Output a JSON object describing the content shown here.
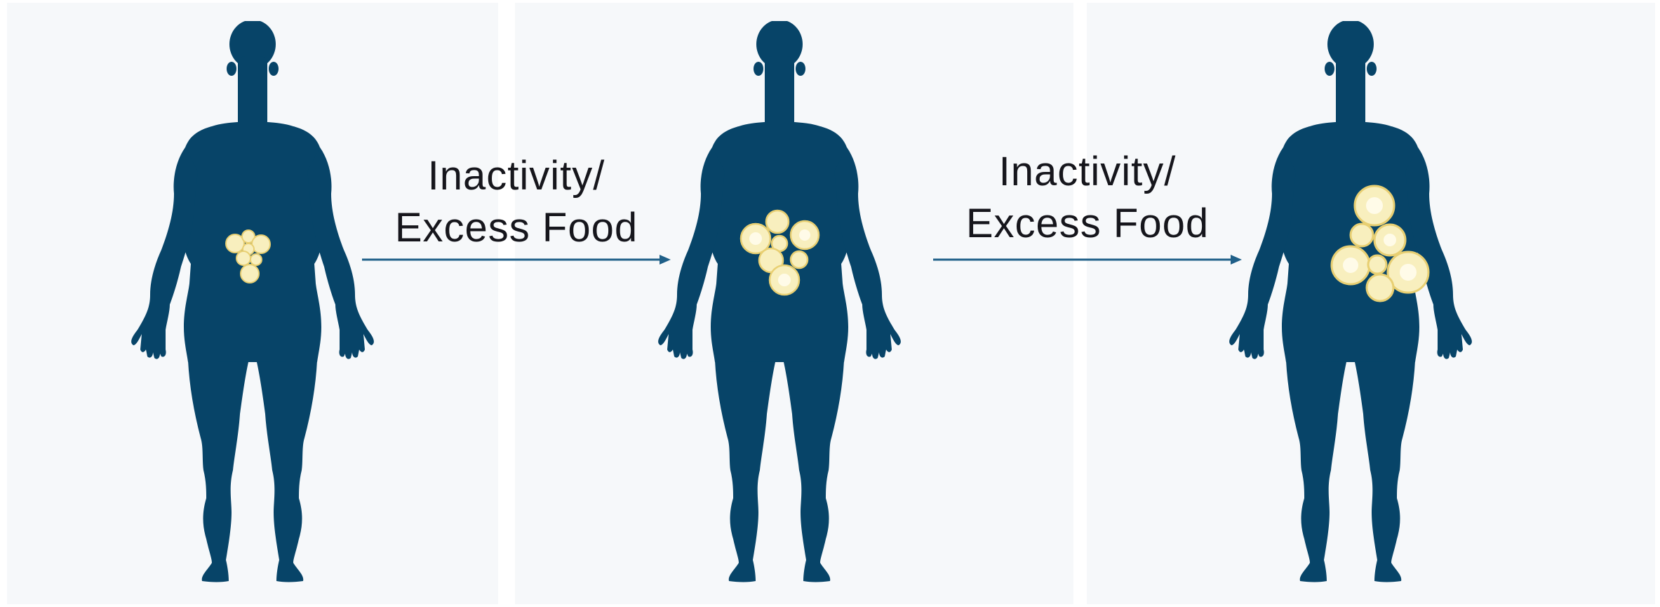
{
  "colors": {
    "background": "#ffffff",
    "panel": "#f6f8fa",
    "silhouette": "#074468",
    "fat_fill": "#f8efbe",
    "fat_edge": "#e8cf72",
    "fat_core": "#fffbe8",
    "arrow": "#1f5f88",
    "text": "#16161c"
  },
  "icons": {
    "figure": "human-silhouette-icon",
    "fat": "fat-cell-cluster-icon",
    "arrow": "right-arrow-icon"
  },
  "stages": [
    {
      "fat_level": "small"
    },
    {
      "fat_level": "medium"
    },
    {
      "fat_level": "large"
    }
  ],
  "transitions": [
    {
      "line1": "Inactivity/",
      "line2": "Excess Food"
    },
    {
      "line1": "Inactivity/",
      "line2": "Excess Food"
    }
  ]
}
